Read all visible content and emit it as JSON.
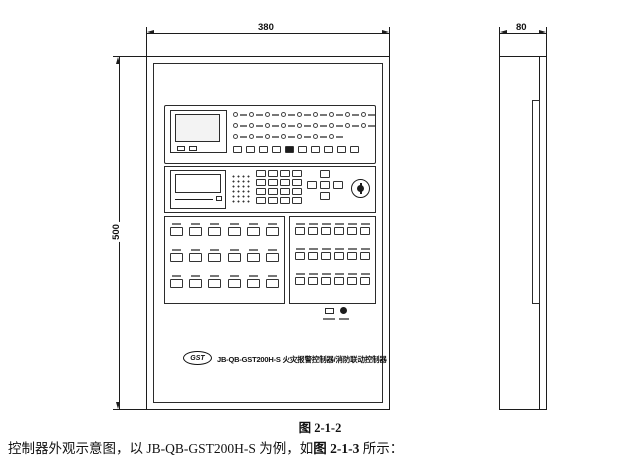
{
  "document": {
    "figure_caption": "图 2-1-2",
    "body": {
      "prefix": "控制器外观示意图，以 ",
      "model": "JB-QB-GST200H-S",
      "middle": " 为例，如",
      "figure_ref": "图 2-1-3",
      "suffix": " 所示："
    }
  },
  "drawing": {
    "front_width_label": "380",
    "front_height_label": "500",
    "side_width_label": "80",
    "nameplate_logo": "GST",
    "nameplate_text": "JB-QB-GST200H-S 火灾报警控制器/消防联动控制器"
  },
  "panel": {
    "indicator_rows": [
      9,
      9,
      7
    ],
    "top_key_count": 10,
    "top_key_dark_index": 4,
    "keypad_rows": 4,
    "keypad_cols": 4,
    "zones_left": {
      "rows": 3,
      "cols": 6
    },
    "zones_right": {
      "rows": 3,
      "cols": 6
    }
  }
}
